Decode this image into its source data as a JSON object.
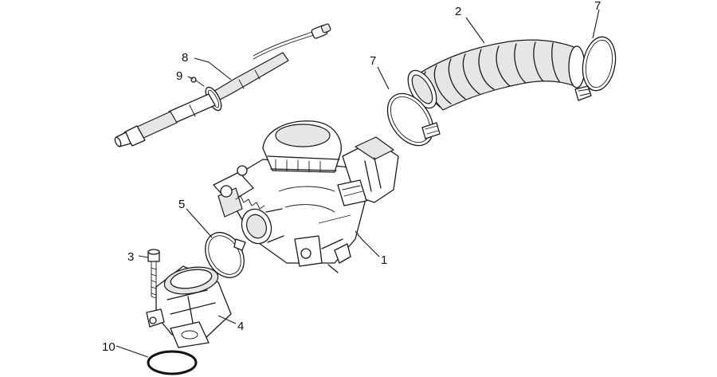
{
  "callouts": [
    {
      "id": "1",
      "label": "1"
    },
    {
      "id": "2",
      "label": "2"
    },
    {
      "id": "3",
      "label": "3"
    },
    {
      "id": "4",
      "label": "4"
    },
    {
      "id": "5",
      "label": "5"
    },
    {
      "id": "7a",
      "label": "7"
    },
    {
      "id": "7b",
      "label": "7"
    },
    {
      "id": "8",
      "label": "8"
    },
    {
      "id": "9",
      "label": "9"
    },
    {
      "id": "10",
      "label": "10"
    }
  ]
}
